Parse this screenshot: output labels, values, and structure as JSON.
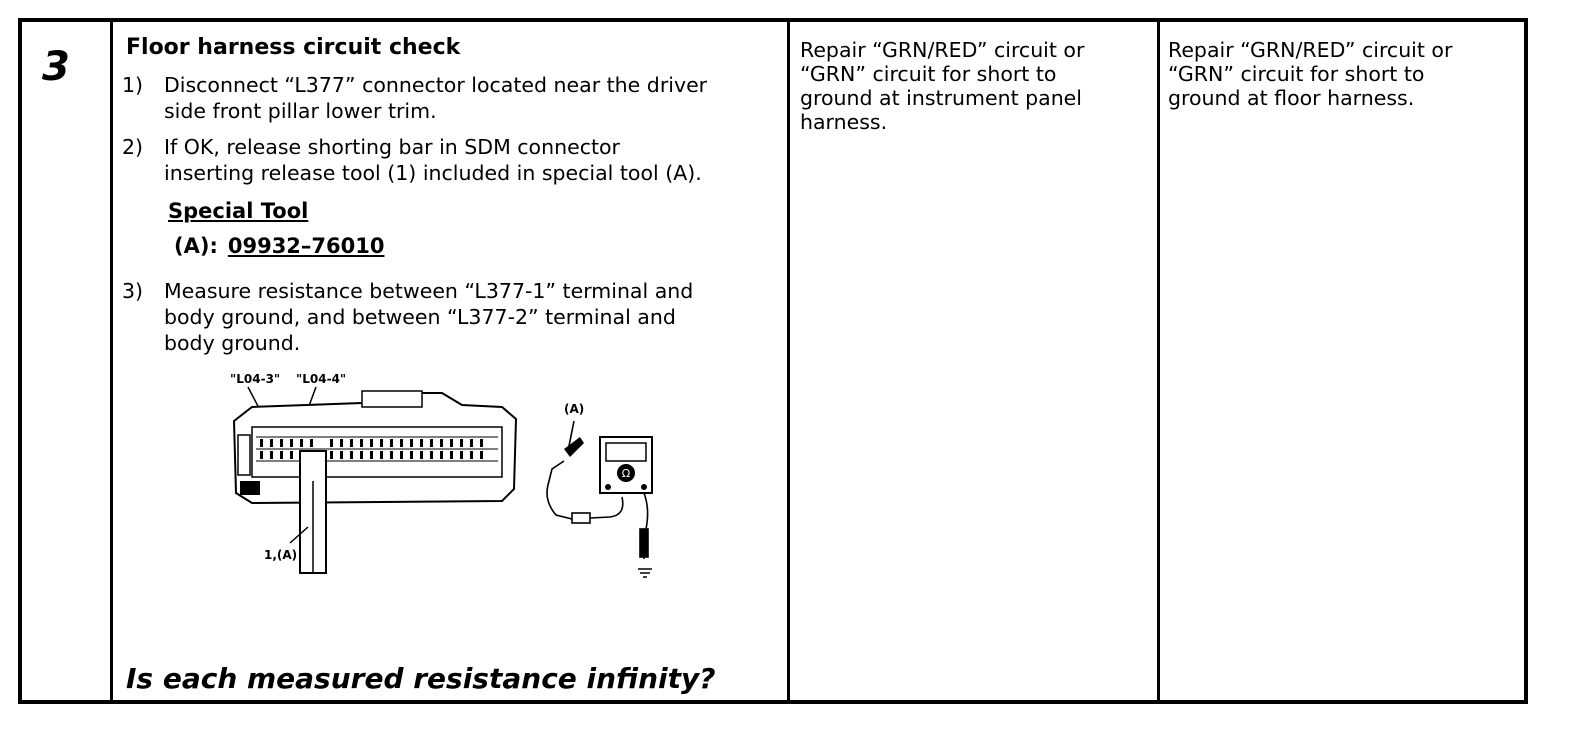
{
  "step": {
    "number": "3",
    "title": "Floor harness circuit check",
    "items": [
      {
        "num": "1)",
        "lines": [
          "Disconnect “L377” connector located near the driver",
          "side front pillar lower trim."
        ]
      },
      {
        "num": "2)",
        "lines": [
          "If OK, release shorting bar in SDM connector",
          "inserting release tool (1) included in special tool (A)."
        ]
      },
      {
        "num": "3)",
        "lines": [
          "Measure resistance between “L377-1” terminal and",
          "body ground, and between “L377-2” terminal and",
          "body ground."
        ]
      }
    ],
    "special_tool": {
      "label": "Special Tool",
      "prefix": "(A):",
      "code": "09932–76010"
    },
    "figure": {
      "label_l04_3": "\"L04-3\"",
      "label_l04_4": "\"L04-4\"",
      "label_a": "(A)",
      "label_1a": "1,(A)"
    },
    "question": "Is each measured resistance infinity?"
  },
  "yes_action": {
    "lines": [
      "Repair “GRN/RED” circuit or",
      "“GRN” circuit for short to",
      "ground at instrument panel",
      "harness."
    ]
  },
  "no_action": {
    "lines": [
      "Repair “GRN/RED” circuit or",
      "“GRN” circuit for short to",
      "ground at floor harness."
    ]
  }
}
